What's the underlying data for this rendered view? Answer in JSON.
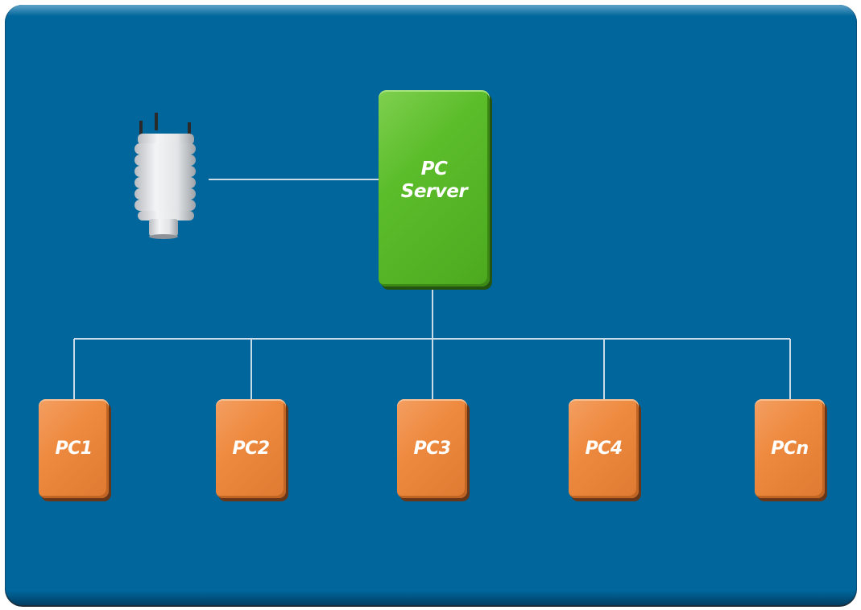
{
  "diagram": {
    "server": {
      "label": "PC\nServer",
      "color": "#5cbd2b"
    },
    "sensor": {
      "icon": "weather-sensor-icon"
    },
    "clients": [
      {
        "label": "PC1"
      },
      {
        "label": "PC2"
      },
      {
        "label": "PC3"
      },
      {
        "label": "PC4"
      },
      {
        "label": "PCn"
      }
    ],
    "colors": {
      "background": "#00669b",
      "client": "#ee8a3f",
      "server": "#5cbd2b",
      "connector": "#c9dbe6"
    }
  }
}
